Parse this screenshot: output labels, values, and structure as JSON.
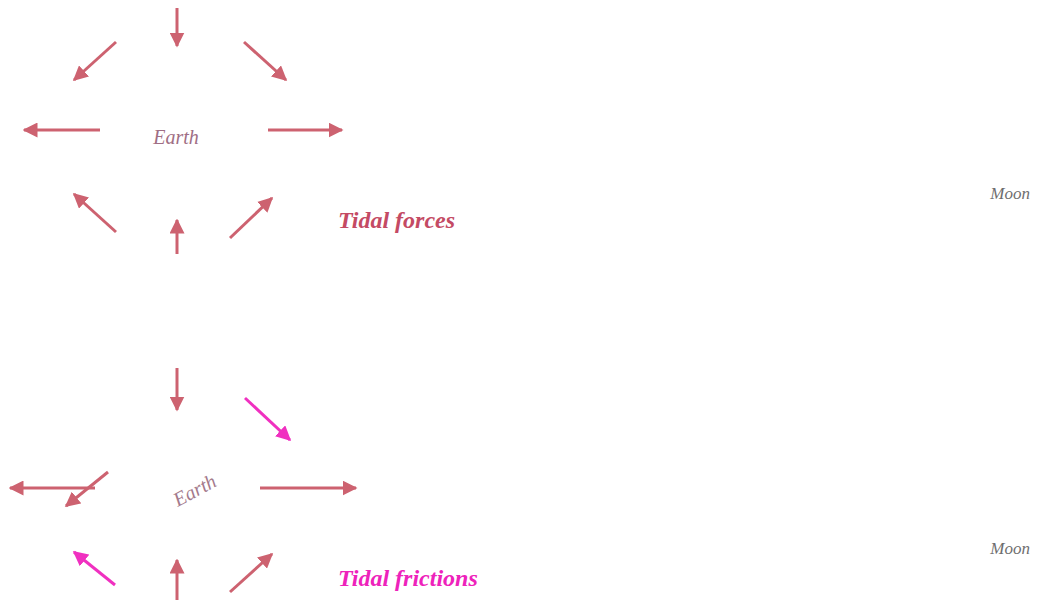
{
  "diagram": {
    "nodes": [
      {
        "text": [
          "Earth"
        ]
      },
      {
        "text": [
          "Moon"
        ]
      },
      {
        "text": [
          "Earth"
        ]
      },
      {
        "text": [
          "Moon"
        ]
      }
    ],
    "labels": [
      "Tidal forces",
      "Tidal frictions"
    ]
  }
}
